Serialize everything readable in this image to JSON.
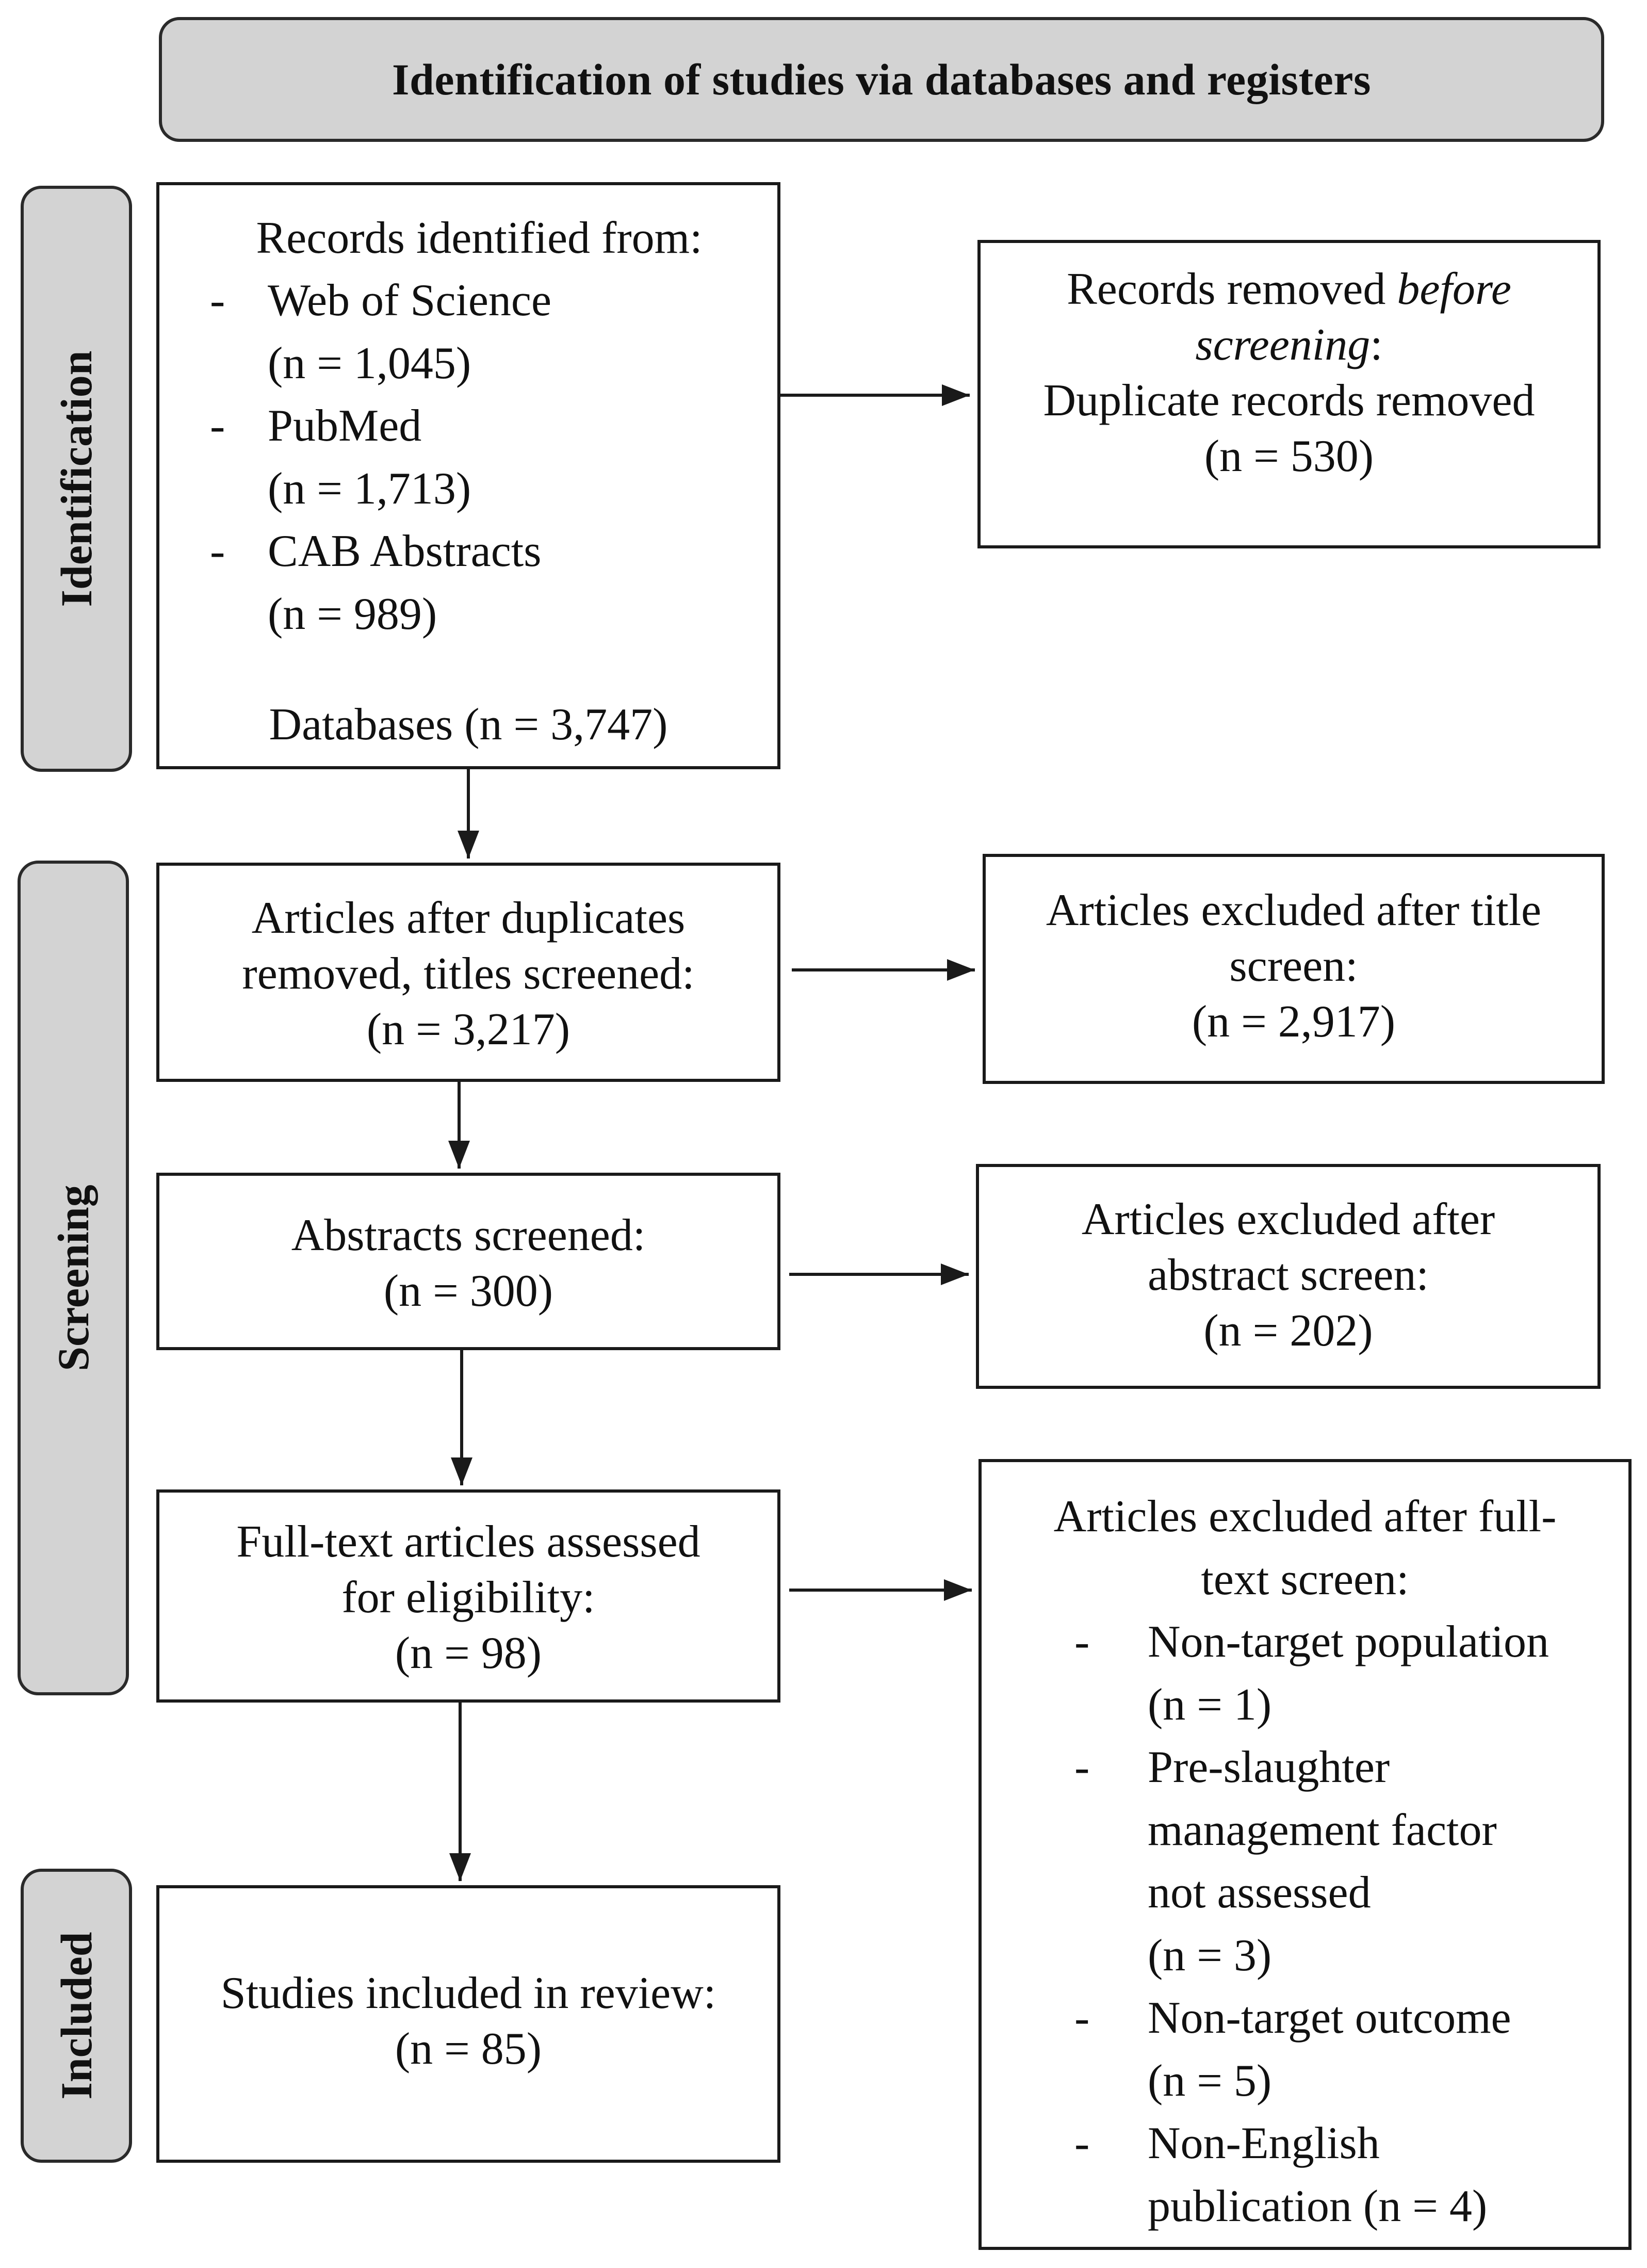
{
  "header": "Identification of studies via databases and registers",
  "phases": {
    "identification": "Identification",
    "screening": "Screening",
    "included": "Included"
  },
  "records_identified": {
    "title": "Records identified from:",
    "sources": [
      {
        "name": "Web of Science",
        "count": "(n = 1,045)"
      },
      {
        "name": "PubMed",
        "count": "(n = 1,713)"
      },
      {
        "name": "CAB Abstracts",
        "count": "(n = 989)"
      }
    ],
    "total": "Databases (n = 3,747)"
  },
  "records_removed": {
    "line1_a": "Records removed ",
    "line1_b": "before",
    "line2_a": "screening",
    "line2_b": ":",
    "line3": "Duplicate records removed",
    "count": "(n = 530)"
  },
  "titles_screened": {
    "lines": [
      "Articles after duplicates",
      "removed, titles screened:",
      "(n = 3,217)"
    ]
  },
  "title_excluded": {
    "lines": [
      "Articles excluded after title",
      "screen:",
      "(n = 2,917)"
    ]
  },
  "abstracts_screened": {
    "lines": [
      "Abstracts screened:",
      "(n = 300)"
    ]
  },
  "abstract_excluded": {
    "lines": [
      "Articles excluded after",
      "abstract screen:",
      "(n = 202)"
    ]
  },
  "fulltext_assessed": {
    "lines": [
      "Full-text articles assessed",
      "for eligibility:",
      "(n = 98)"
    ]
  },
  "fulltext_excluded": {
    "title_lines": [
      "Articles excluded after full-",
      "text screen:"
    ],
    "reasons": [
      {
        "lines": [
          "Non-target population",
          " (n = 1)"
        ]
      },
      {
        "lines": [
          "Pre-slaughter",
          "management factor",
          "not assessed",
          "(n = 3)"
        ]
      },
      {
        "lines": [
          "Non-target outcome",
          "(n = 5)"
        ]
      },
      {
        "lines": [
          "Non-English",
          "publication (n = 4)"
        ]
      }
    ]
  },
  "included": {
    "lines": [
      "Studies included in review:",
      "(n = 85)"
    ]
  },
  "colors": {
    "header_fill": "#d3d3d3",
    "border": "#1a1a1a",
    "text": "#111111"
  }
}
